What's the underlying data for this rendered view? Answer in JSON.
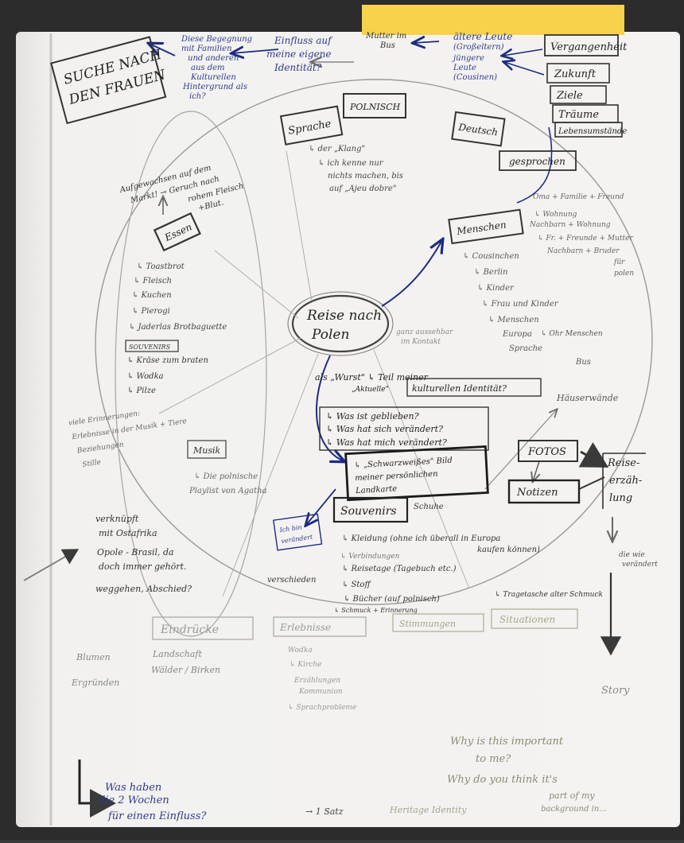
{
  "center": {
    "line1": "Reise nach",
    "line2": "Polen",
    "side_note": [
      "ganz aussehbar",
      "im Kontakt"
    ]
  },
  "top_left": {
    "box": [
      "SUCHE NACH",
      "DEN FRAUEN"
    ],
    "note": [
      "Diese Begegnung",
      "mit Familien",
      "und anderen",
      "aus dem",
      "Kulturellen",
      "Hintergrund als",
      "ich?"
    ]
  },
  "top": {
    "influence": [
      "Einfluss auf",
      "meine eigene",
      "Identität?"
    ],
    "mother": [
      "Mutter im",
      "Bus"
    ],
    "older": [
      "ältere Leute",
      "(Großeltern)",
      "jüngere",
      "Leute",
      "(Cousinen)"
    ],
    "stack": [
      "Vergangenheit",
      "Zukunft",
      "Ziele",
      "Träume",
      "Lebensumstände"
    ]
  },
  "ring": {
    "sprache": "Sprache",
    "polnisch": "POLNISCH",
    "deutsch": "Deutsch",
    "gesprochen": "gesprochen",
    "sprache_notes": [
      "↳ der „Klang\"",
      "↳ ich kenne nur",
      "nichts machen, bis",
      "auf „Ajeu dobre\""
    ],
    "essen_box": "Essen",
    "essen_intro": [
      "Aufgewachsen auf dem",
      "Markt! → Geruch nach",
      "rohem Fleisch",
      "+Blut."
    ],
    "essen_items": [
      "↳ Toastbrot",
      "↳ Fleisch",
      "↳ Kuchen",
      "↳ Pierogi",
      "↳ Jaderlas Brotbaguette"
    ],
    "souvenirs_tag": "SOUVENIRS",
    "essen_items2": [
      "↳ Kräse zum braten",
      "↳ Wodka",
      "↳ Pilze"
    ],
    "menschen": "Menschen",
    "menschen_right": [
      "Oma + Familie + Freund",
      "↳ Wohnung",
      "Nachbarn + Wohnung",
      "↳ Fr. + Freunde + Mutter",
      "Nachbarn + Bruder",
      "für",
      "polen"
    ],
    "menschen_left": [
      "↳ Cousinchen",
      "↳ Berlin",
      "↳ Kinder",
      "↳ Frau und Kinder",
      "↳ Menschen",
      "Europa",
      "Sprache",
      "↳ Ohr Menschen",
      "Bus"
    ],
    "musik_head": [
      "viele Erinnerungen:",
      "Erlebnisse in der Musik + Tiere",
      "Beziehungen",
      "Stille"
    ],
    "musik_box": "Musik",
    "musik_note": [
      "↳ Die polnische",
      "Playlist von Agatha"
    ]
  },
  "middle": {
    "identity": [
      "als „Wurst\" ↳ Teil meiner",
      "„Aktuelle\"",
      "kulturellen Identität?"
    ],
    "questions": [
      "↳ Was ist geblieben?",
      "↳ Was hat sich verändert?",
      "↳ Was hat mich verändert?"
    ],
    "bild": [
      "↳ „Schwarzweißes\" Bild",
      "meiner persönlichen",
      "Landkarte"
    ],
    "souvenirs": "Souvenirs",
    "schuhe": "Schuhe",
    "souv_items": [
      "↳ Kleidung (ohne ich überall in Europa",
      "kaufen können)",
      "↳ Verbindungen",
      "↳ Reisetage (Tagebuch etc.)",
      "↳ Stoff",
      "↳ Bücher (auf polnisch)",
      "↳ Schmuck + Erinnerung",
      "↳ Tragetasche alter Schmuck"
    ],
    "fotos": "FOTOS",
    "notizen": "Notizen",
    "hauser": "Häuserwände",
    "reise": [
      "Reise-",
      "erzäh-",
      "lung"
    ],
    "die_sie": [
      "die wie",
      "verändert"
    ],
    "story": "Story",
    "small_box": [
      "Ich bin",
      "verändert"
    ],
    "verschieden": "verschieden"
  },
  "left": {
    "lines": [
      "verknüpft",
      "mit Ostafrika",
      "Opole - Brasil, da",
      "doch immer gehört.",
      "weggehen, Abschied?"
    ]
  },
  "bottom": {
    "eindrucke": "Eindrücke",
    "erlebnisse": "Erlebnisse",
    "stimmungen": "Stimmungen",
    "situationen": "Situationen",
    "blumen": [
      "Blumen",
      "Ergründen"
    ],
    "landschaft": [
      "Landschaft",
      "Wälder / Birken"
    ],
    "erleb_items": [
      "Wodka",
      "↳ Kirche",
      "Erzählungen",
      "Kommunion",
      "↳ Sprachprobleme"
    ],
    "why": [
      "Why is this important",
      "to me?",
      "Why do you think it's",
      "part of my",
      "background in..."
    ],
    "was": [
      "Was haben",
      "die 2 Wochen",
      "für einen Einfluss?"
    ],
    "footer": [
      "→ 1 Satz",
      "Heritage Identity"
    ]
  }
}
